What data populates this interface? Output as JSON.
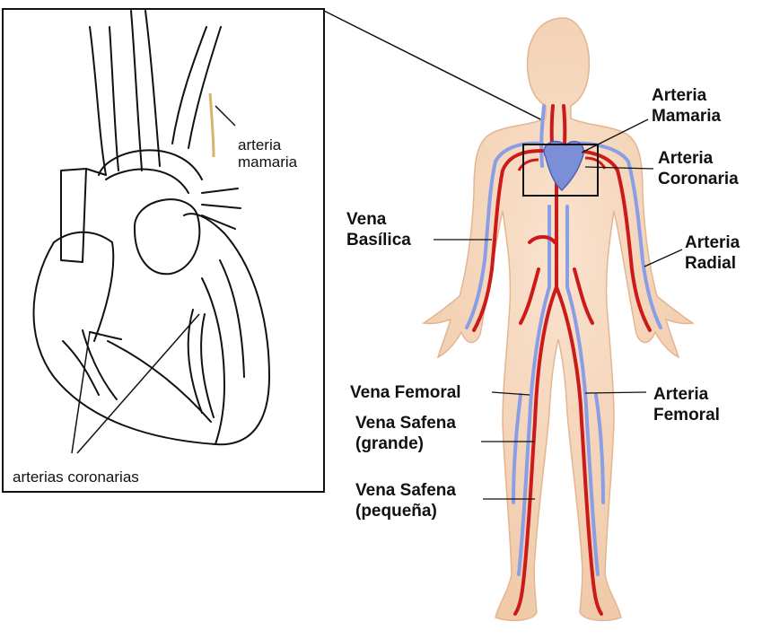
{
  "inset": {
    "label_mammary": [
      "arteria",
      "mamaria"
    ],
    "label_coronary": "arterias coronarias"
  },
  "labels": {
    "arteria_mamaria": [
      "Arteria",
      "Mamaria"
    ],
    "arteria_coronaria": [
      "Arteria",
      "Coronaria"
    ],
    "vena_basilica": [
      "Vena",
      "Basílica"
    ],
    "arteria_radial": [
      "Arteria",
      "Radial"
    ],
    "vena_femoral": "Vena Femoral",
    "arteria_femoral": [
      "Arteria",
      "Femoral"
    ],
    "vena_safena_grande": [
      "Vena Safena",
      "(grande)"
    ],
    "vena_safena_pequena": [
      "Vena Safena",
      "(pequeña)"
    ]
  },
  "colors": {
    "artery": "#cc1a1a",
    "vein": "#8a9ee6",
    "skin": "#f6d7bd",
    "outline": "#111111"
  }
}
